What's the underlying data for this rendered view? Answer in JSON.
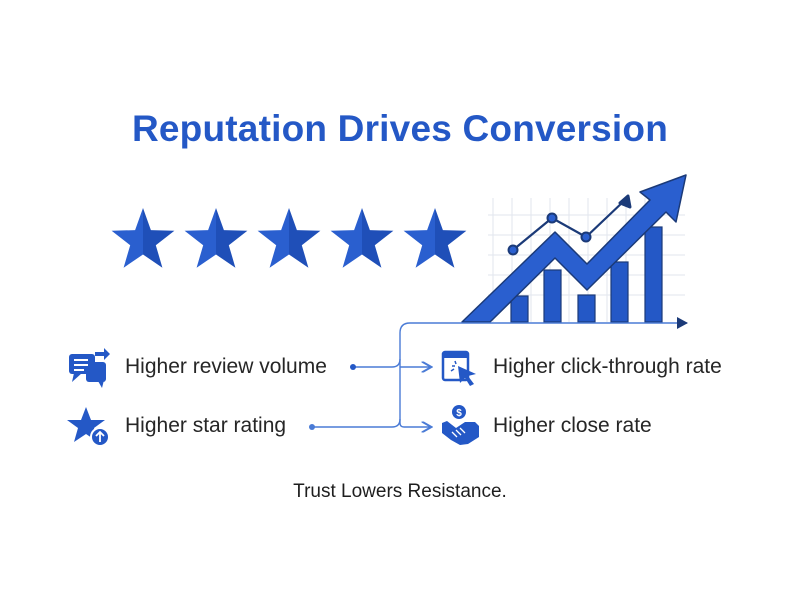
{
  "title": "Reputation Drives Conversion",
  "rating": {
    "stars": 5,
    "max": 5
  },
  "inputs": [
    {
      "label": "Higher review volume",
      "icon": "chat-bubbles-icon"
    },
    {
      "label": "Higher star rating",
      "icon": "star-up-icon"
    }
  ],
  "outcomes": [
    {
      "label": "Higher click-through rate",
      "icon": "browser-cursor-icon"
    },
    {
      "label": "Higher close rate",
      "icon": "handshake-dollar-icon"
    }
  ],
  "footer": "Trust Lowers Resistance.",
  "colors": {
    "primary": "#2458c6",
    "dark": "#1b3a78",
    "text": "#262626"
  }
}
